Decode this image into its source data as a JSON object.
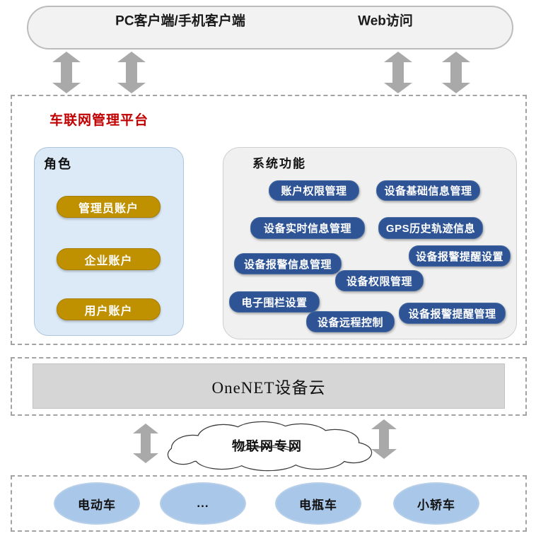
{
  "top_bar": {
    "client_label": "PC客户端/手机客户端",
    "web_label": "Web访问"
  },
  "platform": {
    "title": "车联网管理平台",
    "roles": {
      "title": "角色",
      "items": [
        "管理员账户",
        "企业账户",
        "用户账户"
      ]
    },
    "functions": {
      "title": "系统功能",
      "items": [
        "账户权限管理",
        "设备基础信息管理",
        "设备实时信息管理",
        "GPS历史轨迹信息",
        "设备报警提醒设置",
        "设备报警信息管理",
        "设备权限管理",
        "电子围栏设置",
        "设备报警提醒管理",
        "设备远程控制"
      ]
    }
  },
  "cloud_layer": {
    "label": "OneNET设备云"
  },
  "network": {
    "label": "物联网专网"
  },
  "devices": {
    "items": [
      "电动车",
      "...",
      "电瓶车",
      "小轿车"
    ]
  },
  "colors": {
    "title_red": "#c00000",
    "pill_blue": "#2e5496",
    "role_gold": "#bf9000",
    "role_panel_blue": "#dceaf8",
    "function_panel_gray": "#f0f0f0",
    "onenet_bar_gray": "#d6d6d6",
    "device_ellipse_blue": "#a9c7e8",
    "arrow_gray": "#a9a9a9"
  }
}
